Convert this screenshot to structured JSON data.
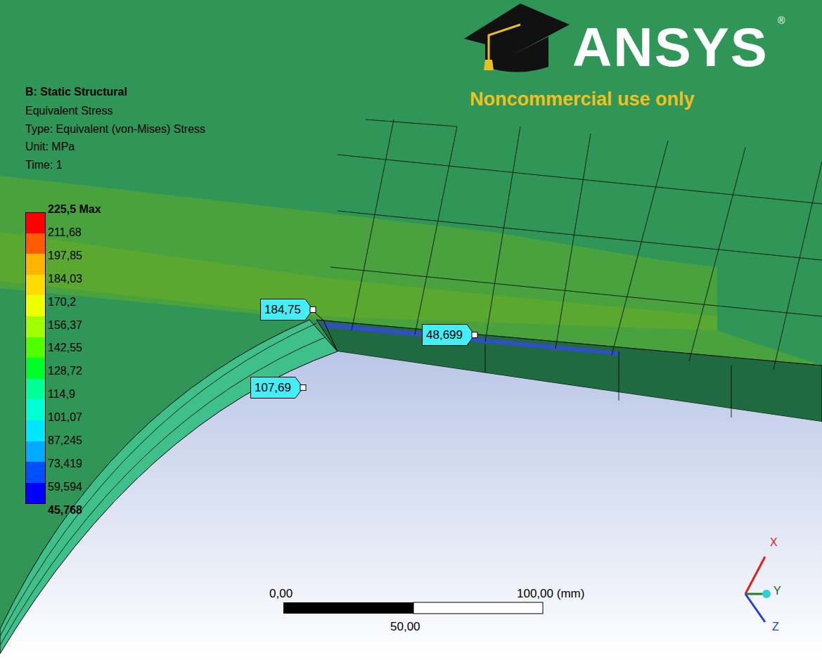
{
  "diagram": {
    "nodes": [
      {
        "text": [
          "184,75"
        ]
      },
      {
        "text": [
          "48,699"
        ]
      },
      {
        "text": [
          "107,69"
        ]
      }
    ],
    "labels": [
      "B: Static Structural",
      "Equivalent Stress",
      "Type: Equivalent (von-Mises) Stress",
      "Unit: MPa",
      "Time: 1",
      "ANSYS",
      "®",
      "Noncommercial use only",
      "0,00",
      "100,00 (mm)",
      "50,00",
      "X",
      "Y",
      "Z"
    ],
    "legend": [
      {
        "text": "225,5 Max",
        "color": "#ff0000"
      },
      {
        "text": "211,68",
        "color": "#ff5a00"
      },
      {
        "text": "197,85",
        "color": "#ffb400"
      },
      {
        "text": "184,03",
        "color": "#ffdc00"
      },
      {
        "text": "170,2",
        "color": "#f0ff00"
      },
      {
        "text": "156,37",
        "color": "#a0ff00"
      },
      {
        "text": "142,55",
        "color": "#50ff00"
      },
      {
        "text": "128,72",
        "color": "#00ff28"
      },
      {
        "text": "114,9",
        "color": "#00ff96"
      },
      {
        "text": "101,07",
        "color": "#00ffd2"
      },
      {
        "text": "87,245",
        "color": "#00e6ff"
      },
      {
        "text": "73,419",
        "color": "#00aaff"
      },
      {
        "text": "59,594",
        "color": "#0050ff"
      },
      {
        "text": "45,768",
        "color": "#0000ff"
      }
    ]
  }
}
